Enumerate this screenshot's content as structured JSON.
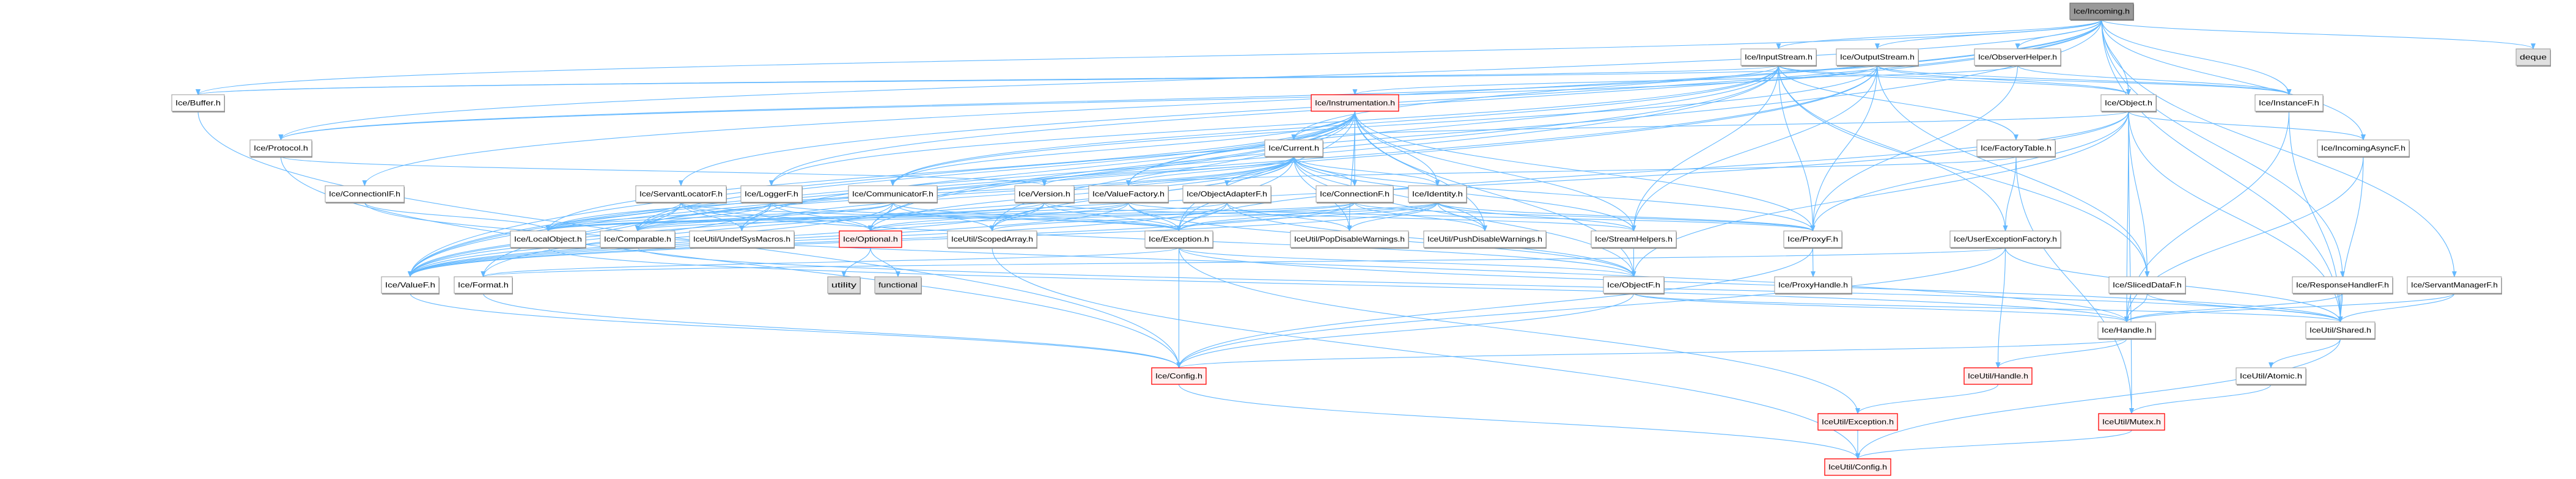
{
  "colors": {
    "edge": "#63b8ff",
    "node_fill": "#ffffff",
    "node_border": "#999999",
    "red_border": "#ff0000",
    "red_fill": "#fff0f0",
    "system_fill": "#e0e0e0",
    "root_fill": "#999999"
  },
  "nodes": [
    {
      "label": "Ice/Incoming.h",
      "style": "root"
    },
    {
      "label": "Ice/InputStream.h",
      "style": "normal"
    },
    {
      "label": "Ice/OutputStream.h",
      "style": "normal"
    },
    {
      "label": "Ice/ObserverHelper.h",
      "style": "normal"
    },
    {
      "label": "deque",
      "style": "system"
    },
    {
      "label": "Ice/Buffer.h",
      "style": "normal"
    },
    {
      "label": "Ice/Instrumentation.h",
      "style": "red"
    },
    {
      "label": "Ice/Object.h",
      "style": "normal"
    },
    {
      "label": "Ice/InstanceF.h",
      "style": "normal"
    },
    {
      "label": "Ice/Protocol.h",
      "style": "normal"
    },
    {
      "label": "Ice/Current.h",
      "style": "normal"
    },
    {
      "label": "Ice/FactoryTable.h",
      "style": "normal"
    },
    {
      "label": "Ice/IncomingAsyncF.h",
      "style": "normal"
    },
    {
      "label": "Ice/ConnectionIF.h",
      "style": "normal"
    },
    {
      "label": "Ice/ServantLocatorF.h",
      "style": "normal"
    },
    {
      "label": "Ice/LoggerF.h",
      "style": "normal"
    },
    {
      "label": "Ice/CommunicatorF.h",
      "style": "normal"
    },
    {
      "label": "Ice/Version.h",
      "style": "normal"
    },
    {
      "label": "Ice/ValueFactory.h",
      "style": "normal"
    },
    {
      "label": "Ice/ObjectAdapterF.h",
      "style": "normal"
    },
    {
      "label": "Ice/ConnectionF.h",
      "style": "normal"
    },
    {
      "label": "Ice/Identity.h",
      "style": "normal"
    },
    {
      "label": "Ice/LocalObject.h",
      "style": "normal"
    },
    {
      "label": "Ice/Comparable.h",
      "style": "normal"
    },
    {
      "label": "IceUtil/UndefSysMacros.h",
      "style": "normal"
    },
    {
      "label": "Ice/Optional.h",
      "style": "red"
    },
    {
      "label": "IceUtil/ScopedArray.h",
      "style": "normal"
    },
    {
      "label": "Ice/Exception.h",
      "style": "normal"
    },
    {
      "label": "IceUtil/PopDisableWarnings.h",
      "style": "normal"
    },
    {
      "label": "IceUtil/PushDisableWarnings.h",
      "style": "normal"
    },
    {
      "label": "Ice/StreamHelpers.h",
      "style": "normal"
    },
    {
      "label": "Ice/ProxyF.h",
      "style": "normal"
    },
    {
      "label": "Ice/UserExceptionFactory.h",
      "style": "normal"
    },
    {
      "label": "Ice/ValueF.h",
      "style": "normal"
    },
    {
      "label": "Ice/Format.h",
      "style": "normal"
    },
    {
      "label": "utility",
      "style": "system"
    },
    {
      "label": "functional",
      "style": "system"
    },
    {
      "label": "Ice/ObjectF.h",
      "style": "normal"
    },
    {
      "label": "Ice/ProxyHandle.h",
      "style": "normal"
    },
    {
      "label": "Ice/SlicedDataF.h",
      "style": "normal"
    },
    {
      "label": "Ice/ResponseHandlerF.h",
      "style": "normal"
    },
    {
      "label": "Ice/ServantManagerF.h",
      "style": "normal"
    },
    {
      "label": "Ice/Handle.h",
      "style": "normal"
    },
    {
      "label": "IceUtil/Shared.h",
      "style": "normal"
    },
    {
      "label": "Ice/Config.h",
      "style": "red"
    },
    {
      "label": "IceUtil/Handle.h",
      "style": "red"
    },
    {
      "label": "IceUtil/Atomic.h",
      "style": "normal"
    },
    {
      "label": "IceUtil/Exception.h",
      "style": "red"
    },
    {
      "label": "IceUtil/Mutex.h",
      "style": "red"
    },
    {
      "label": "IceUtil/Config.h",
      "style": "red"
    }
  ],
  "edges": [
    [
      "Ice/Incoming.h",
      "Ice/InputStream.h"
    ],
    [
      "Ice/Incoming.h",
      "Ice/OutputStream.h"
    ],
    [
      "Ice/Incoming.h",
      "Ice/ObserverHelper.h"
    ],
    [
      "Ice/Incoming.h",
      "deque"
    ],
    [
      "Ice/Incoming.h",
      "Ice/Object.h"
    ],
    [
      "Ice/Incoming.h",
      "Ice/InstanceF.h"
    ],
    [
      "Ice/Incoming.h",
      "Ice/IncomingAsyncF.h"
    ],
    [
      "Ice/Incoming.h",
      "Ice/ResponseHandlerF.h"
    ],
    [
      "Ice/Incoming.h",
      "Ice/ServantManagerF.h"
    ],
    [
      "Ice/Incoming.h",
      "IceUtil/Shared.h"
    ],
    [
      "Ice/Incoming.h",
      "Ice/Buffer.h"
    ],
    [
      "Ice/Incoming.h",
      "Ice/Protocol.h"
    ],
    [
      "Ice/Incoming.h",
      "Ice/Current.h"
    ],
    [
      "Ice/Incoming.h",
      "Ice/ConnectionIF.h"
    ],
    [
      "Ice/Incoming.h",
      "Ice/ServantLocatorF.h"
    ],
    [
      "Ice/Incoming.h",
      "Ice/LoggerF.h"
    ],
    [
      "Ice/Incoming.h",
      "Ice/ValueF.h"
    ],
    [
      "Ice/InputStream.h",
      "Ice/Buffer.h"
    ],
    [
      "Ice/InputStream.h",
      "Ice/Protocol.h"
    ],
    [
      "Ice/InputStream.h",
      "Ice/Object.h"
    ],
    [
      "Ice/InputStream.h",
      "Ice/InstanceF.h"
    ],
    [
      "Ice/InputStream.h",
      "Ice/FactoryTable.h"
    ],
    [
      "Ice/InputStream.h",
      "Ice/UserExceptionFactory.h"
    ],
    [
      "Ice/InputStream.h",
      "Ice/ProxyF.h"
    ],
    [
      "Ice/InputStream.h",
      "Ice/StreamHelpers.h"
    ],
    [
      "Ice/InputStream.h",
      "Ice/SlicedDataF.h"
    ],
    [
      "Ice/InputStream.h",
      "Ice/ValueF.h"
    ],
    [
      "Ice/InputStream.h",
      "Ice/CommunicatorF.h"
    ],
    [
      "Ice/InputStream.h",
      "Ice/LoggerF.h"
    ],
    [
      "Ice/InputStream.h",
      "Ice/ValueFactory.h"
    ],
    [
      "Ice/InputStream.h",
      "Ice/Optional.h"
    ],
    [
      "Ice/OutputStream.h",
      "Ice/Buffer.h"
    ],
    [
      "Ice/OutputStream.h",
      "Ice/Protocol.h"
    ],
    [
      "Ice/OutputStream.h",
      "Ice/Object.h"
    ],
    [
      "Ice/OutputStream.h",
      "Ice/InstanceF.h"
    ],
    [
      "Ice/OutputStream.h",
      "Ice/ProxyF.h"
    ],
    [
      "Ice/OutputStream.h",
      "Ice/StreamHelpers.h"
    ],
    [
      "Ice/OutputStream.h",
      "Ice/SlicedDataF.h"
    ],
    [
      "Ice/OutputStream.h",
      "Ice/Format.h"
    ],
    [
      "Ice/OutputStream.h",
      "Ice/ValueF.h"
    ],
    [
      "Ice/OutputStream.h",
      "Ice/CommunicatorF.h"
    ],
    [
      "Ice/ObserverHelper.h",
      "Ice/Instrumentation.h"
    ],
    [
      "Ice/ObserverHelper.h",
      "Ice/ProxyF.h"
    ],
    [
      "Ice/ObserverHelper.h",
      "Ice/InstanceF.h"
    ],
    [
      "Ice/Buffer.h",
      "Ice/Config.h"
    ],
    [
      "Ice/Protocol.h",
      "Ice/Config.h"
    ],
    [
      "Ice/Protocol.h",
      "Ice/Version.h"
    ],
    [
      "Ice/Instrumentation.h",
      "Ice/Current.h"
    ],
    [
      "Ice/Instrumentation.h",
      "Ice/ConnectionF.h"
    ],
    [
      "Ice/Instrumentation.h",
      "Ice/CommunicatorF.h"
    ],
    [
      "Ice/Instrumentation.h",
      "Ice/ValueFactory.h"
    ],
    [
      "Ice/Instrumentation.h",
      "Ice/Identity.h"
    ],
    [
      "Ice/Instrumentation.h",
      "Ice/LocalObject.h"
    ],
    [
      "Ice/Instrumentation.h",
      "Ice/Comparable.h"
    ],
    [
      "Ice/Instrumentation.h",
      "Ice/Optional.h"
    ],
    [
      "Ice/Instrumentation.h",
      "IceUtil/ScopedArray.h"
    ],
    [
      "Ice/Instrumentation.h",
      "Ice/Exception.h"
    ],
    [
      "Ice/Instrumentation.h",
      "IceUtil/PopDisableWarnings.h"
    ],
    [
      "Ice/Instrumentation.h",
      "IceUtil/PushDisableWarnings.h"
    ],
    [
      "Ice/Instrumentation.h",
      "Ice/StreamHelpers.h"
    ],
    [
      "Ice/Instrumentation.h",
      "Ice/ProxyF.h"
    ],
    [
      "Ice/Instrumentation.h",
      "Ice/ObjectF.h"
    ],
    [
      "Ice/Instrumentation.h",
      "Ice/ValueF.h"
    ],
    [
      "Ice/Instrumentation.h",
      "IceUtil/UndefSysMacros.h"
    ],
    [
      "Ice/Current.h",
      "Ice/Version.h"
    ],
    [
      "Ice/Current.h",
      "Ice/ValueFactory.h"
    ],
    [
      "Ice/Current.h",
      "Ice/ObjectAdapterF.h"
    ],
    [
      "Ice/Current.h",
      "Ice/ConnectionF.h"
    ],
    [
      "Ice/Current.h",
      "Ice/Identity.h"
    ],
    [
      "Ice/Current.h",
      "Ice/LocalObject.h"
    ],
    [
      "Ice/Current.h",
      "Ice/Comparable.h"
    ],
    [
      "Ice/Current.h",
      "IceUtil/UndefSysMacros.h"
    ],
    [
      "Ice/Current.h",
      "Ice/Optional.h"
    ],
    [
      "Ice/Current.h",
      "IceUtil/ScopedArray.h"
    ],
    [
      "Ice/Current.h",
      "Ice/Exception.h"
    ],
    [
      "Ice/Current.h",
      "IceUtil/PopDisableWarnings.h"
    ],
    [
      "Ice/Current.h",
      "IceUtil/PushDisableWarnings.h"
    ],
    [
      "Ice/Current.h",
      "Ice/StreamHelpers.h"
    ],
    [
      "Ice/Current.h",
      "Ice/ProxyF.h"
    ],
    [
      "Ice/Current.h",
      "Ice/ObjectF.h"
    ],
    [
      "Ice/Current.h",
      "Ice/ValueF.h"
    ],
    [
      "Ice/Object.h",
      "Ice/Current.h"
    ],
    [
      "Ice/Object.h",
      "Ice/ProxyF.h"
    ],
    [
      "Ice/Object.h",
      "Ice/SlicedDataF.h"
    ],
    [
      "Ice/Object.h",
      "Ice/IncomingAsyncF.h"
    ],
    [
      "Ice/Object.h",
      "Ice/Handle.h"
    ],
    [
      "Ice/Object.h",
      "IceUtil/Shared.h"
    ],
    [
      "Ice/Object.h",
      "IceUtil/Mutex.h"
    ],
    [
      "Ice/Object.h",
      "Ice/ObjectF.h"
    ],
    [
      "Ice/Object.h",
      "Ice/Format.h"
    ],
    [
      "Ice/Object.h",
      "Ice/Exception.h"
    ],
    [
      "Ice/InstanceF.h",
      "Ice/Handle.h"
    ],
    [
      "Ice/InstanceF.h",
      "IceUtil/Shared.h"
    ],
    [
      "Ice/FactoryTable.h",
      "Ice/UserExceptionFactory.h"
    ],
    [
      "Ice/FactoryTable.h",
      "IceUtil/Mutex.h"
    ],
    [
      "Ice/FactoryTable.h",
      "Ice/ValueFactory.h"
    ],
    [
      "Ice/IncomingAsyncF.h",
      "Ice/Handle.h"
    ],
    [
      "Ice/IncomingAsyncF.h",
      "IceUtil/Shared.h"
    ],
    [
      "Ice/ConnectionIF.h",
      "Ice/LocalObject.h"
    ],
    [
      "Ice/ConnectionIF.h",
      "Ice/Handle.h"
    ],
    [
      "Ice/ServantLocatorF.h",
      "Ice/LocalObject.h"
    ],
    [
      "Ice/ServantLocatorF.h",
      "Ice/Comparable.h"
    ],
    [
      "Ice/ServantLocatorF.h",
      "IceUtil/UndefSysMacros.h"
    ],
    [
      "Ice/ServantLocatorF.h",
      "Ice/Optional.h"
    ],
    [
      "Ice/ServantLocatorF.h",
      "Ice/Exception.h"
    ],
    [
      "Ice/ServantLocatorF.h",
      "Ice/ValueF.h"
    ],
    [
      "Ice/ServantLocatorF.h",
      "Ice/ObjectF.h"
    ],
    [
      "Ice/LoggerF.h",
      "Ice/LocalObject.h"
    ],
    [
      "Ice/LoggerF.h",
      "Ice/Comparable.h"
    ],
    [
      "Ice/LoggerF.h",
      "IceUtil/UndefSysMacros.h"
    ],
    [
      "Ice/LoggerF.h",
      "Ice/Optional.h"
    ],
    [
      "Ice/LoggerF.h",
      "Ice/Exception.h"
    ],
    [
      "Ice/LoggerF.h",
      "Ice/ValueF.h"
    ],
    [
      "Ice/CommunicatorF.h",
      "Ice/LocalObject.h"
    ],
    [
      "Ice/CommunicatorF.h",
      "Ice/Comparable.h"
    ],
    [
      "Ice/CommunicatorF.h",
      "Ice/Optional.h"
    ],
    [
      "Ice/CommunicatorF.h",
      "IceUtil/ScopedArray.h"
    ],
    [
      "Ice/CommunicatorF.h",
      "Ice/Exception.h"
    ],
    [
      "Ice/CommunicatorF.h",
      "Ice/ValueF.h"
    ],
    [
      "Ice/Version.h",
      "Ice/Comparable.h"
    ],
    [
      "Ice/Version.h",
      "IceUtil/ScopedArray.h"
    ],
    [
      "Ice/Version.h",
      "Ice/Exception.h"
    ],
    [
      "Ice/Version.h",
      "Ice/StreamHelpers.h"
    ],
    [
      "Ice/Version.h",
      "Ice/ValueF.h"
    ],
    [
      "Ice/ValueFactory.h",
      "Ice/LocalObject.h"
    ],
    [
      "Ice/ValueFactory.h",
      "Ice/Optional.h"
    ],
    [
      "Ice/ValueFactory.h",
      "Ice/Exception.h"
    ],
    [
      "Ice/ValueFactory.h",
      "Ice/ProxyF.h"
    ],
    [
      "Ice/ValueFactory.h",
      "Ice/ObjectF.h"
    ],
    [
      "Ice/ValueFactory.h",
      "Ice/ValueF.h"
    ],
    [
      "Ice/ObjectAdapterF.h",
      "Ice/LocalObject.h"
    ],
    [
      "Ice/ObjectAdapterF.h",
      "Ice/Exception.h"
    ],
    [
      "Ice/ObjectAdapterF.h",
      "IceUtil/PopDisableWarnings.h"
    ],
    [
      "Ice/ObjectAdapterF.h",
      "Ice/ObjectF.h"
    ],
    [
      "Ice/ObjectAdapterF.h",
      "Ice/ValueF.h"
    ],
    [
      "Ice/ConnectionF.h",
      "Ice/LocalObject.h"
    ],
    [
      "Ice/ConnectionF.h",
      "Ice/Optional.h"
    ],
    [
      "Ice/ConnectionF.h",
      "Ice/Exception.h"
    ],
    [
      "Ice/ConnectionF.h",
      "IceUtil/PushDisableWarnings.h"
    ],
    [
      "Ice/ConnectionF.h",
      "Ice/ProxyF.h"
    ],
    [
      "Ice/ConnectionF.h",
      "Ice/ValueF.h"
    ],
    [
      "Ice/Identity.h",
      "Ice/Comparable.h"
    ],
    [
      "Ice/Identity.h",
      "IceUtil/ScopedArray.h"
    ],
    [
      "Ice/Identity.h",
      "Ice/Exception.h"
    ],
    [
      "Ice/Identity.h",
      "IceUtil/PopDisableWarnings.h"
    ],
    [
      "Ice/Identity.h",
      "IceUtil/PushDisableWarnings.h"
    ],
    [
      "Ice/Identity.h",
      "Ice/StreamHelpers.h"
    ],
    [
      "Ice/Identity.h",
      "Ice/ProxyF.h"
    ],
    [
      "Ice/Identity.h",
      "Ice/ValueF.h"
    ],
    [
      "Ice/LocalObject.h",
      "Ice/Handle.h"
    ],
    [
      "Ice/Comparable.h",
      "IceUtil/Shared.h"
    ],
    [
      "Ice/Optional.h",
      "utility"
    ],
    [
      "Ice/Optional.h",
      "functional"
    ],
    [
      "IceUtil/ScopedArray.h",
      "IceUtil/Config.h"
    ],
    [
      "Ice/Exception.h",
      "Ice/Config.h"
    ],
    [
      "Ice/Exception.h",
      "IceUtil/Exception.h"
    ],
    [
      "Ice/Exception.h",
      "Ice/ObjectF.h"
    ],
    [
      "Ice/Exception.h",
      "Ice/Format.h"
    ],
    [
      "Ice/Exception.h",
      "IceUtil/Shared.h"
    ],
    [
      "Ice/StreamHelpers.h",
      "Ice/ObjectF.h"
    ],
    [
      "Ice/ProxyF.h",
      "Ice/ProxyHandle.h"
    ],
    [
      "Ice/ProxyF.h",
      "Ice/Config.h"
    ],
    [
      "Ice/UserExceptionFactory.h",
      "IceUtil/Handle.h"
    ],
    [
      "Ice/UserExceptionFactory.h",
      "IceUtil/Shared.h"
    ],
    [
      "Ice/UserExceptionFactory.h",
      "Ice/Config.h"
    ],
    [
      "Ice/UserExceptionFactory.h",
      "Ice/Format.h"
    ],
    [
      "Ice/ValueF.h",
      "Ice/Config.h"
    ],
    [
      "Ice/Format.h",
      "Ice/Config.h"
    ],
    [
      "Ice/ObjectF.h",
      "Ice/Handle.h"
    ],
    [
      "Ice/ObjectF.h",
      "IceUtil/Shared.h"
    ],
    [
      "Ice/ObjectF.h",
      "Ice/Config.h"
    ],
    [
      "Ice/SlicedDataF.h",
      "Ice/Handle.h"
    ],
    [
      "Ice/SlicedDataF.h",
      "IceUtil/Shared.h"
    ],
    [
      "Ice/ResponseHandlerF.h",
      "Ice/Handle.h"
    ],
    [
      "Ice/ResponseHandlerF.h",
      "IceUtil/Shared.h"
    ],
    [
      "Ice/ServantManagerF.h",
      "Ice/Handle.h"
    ],
    [
      "Ice/ServantManagerF.h",
      "IceUtil/Shared.h"
    ],
    [
      "Ice/Handle.h",
      "IceUtil/Handle.h"
    ],
    [
      "Ice/Handle.h",
      "Ice/Config.h"
    ],
    [
      "IceUtil/Shared.h",
      "IceUtil/Atomic.h"
    ],
    [
      "IceUtil/Shared.h",
      "IceUtil/Config.h"
    ],
    [
      "IceUtil/Atomic.h",
      "IceUtil/Mutex.h"
    ],
    [
      "IceUtil/Handle.h",
      "IceUtil/Exception.h"
    ],
    [
      "IceUtil/Exception.h",
      "IceUtil/Config.h"
    ],
    [
      "IceUtil/Mutex.h",
      "IceUtil/Config.h"
    ],
    [
      "Ice/Config.h",
      "IceUtil/Config.h"
    ]
  ]
}
